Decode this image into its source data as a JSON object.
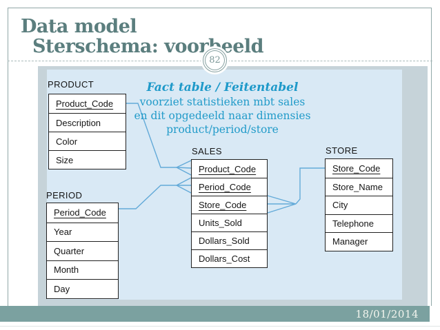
{
  "slide": {
    "title_line1": "Data model",
    "title_line2": "Sterschema: voorbeeld",
    "page_number": "82",
    "footer_date": "18/01/2014"
  },
  "annotation": {
    "heading": "Fact table / Feitentabel",
    "lines": [
      "voorziet statistieken mbt sales",
      "en dit opgedeeld naar dimensies",
      "product/period/store"
    ]
  },
  "diagram": {
    "tables": [
      {
        "name": "PRODUCT",
        "fields": [
          "Product_Code",
          "Description",
          "Color",
          "Size"
        ],
        "key_fields": [
          "Product_Code"
        ]
      },
      {
        "name": "PERIOD",
        "fields": [
          "Period_Code",
          "Year",
          "Quarter",
          "Month",
          "Day"
        ],
        "key_fields": [
          "Period_Code"
        ]
      },
      {
        "name": "SALES",
        "fields": [
          "Product_Code",
          "Period_Code",
          "Store_Code",
          "Units_Sold",
          "Dollars_Sold",
          "Dollars_Cost"
        ],
        "key_fields": [
          "Product_Code",
          "Period_Code",
          "Store_Code"
        ]
      },
      {
        "name": "STORE",
        "fields": [
          "Store_Code",
          "Store_Name",
          "City",
          "Telephone",
          "Manager"
        ],
        "key_fields": [
          "Store_Code"
        ]
      }
    ],
    "relationships": [
      "PRODUCT-SALES",
      "PERIOD-SALES",
      "STORE-SALES"
    ]
  },
  "colors": {
    "title": "#5b7e7e",
    "annotation_text": "#229bc9",
    "panel_outer": "#c6d3d9",
    "panel_inner": "#d9e9f5",
    "connector": "#63aad8",
    "footer_band": "#7ba1a0",
    "footer_text": "#f3f5ee"
  }
}
